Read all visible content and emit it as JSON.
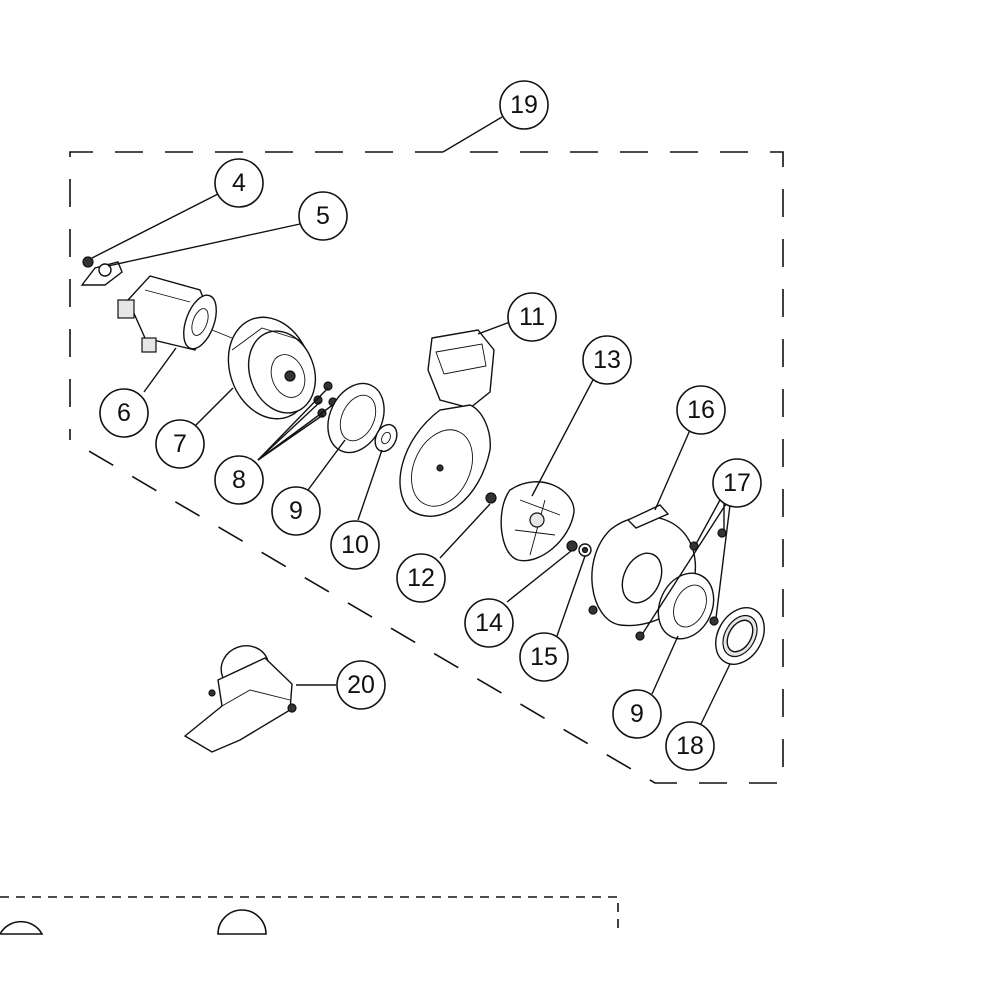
{
  "diagram": {
    "callouts": [
      {
        "id": "c4",
        "label": "4"
      },
      {
        "id": "c5",
        "label": "5"
      },
      {
        "id": "c6",
        "label": "6"
      },
      {
        "id": "c7",
        "label": "7"
      },
      {
        "id": "c8",
        "label": "8"
      },
      {
        "id": "c9a",
        "label": "9"
      },
      {
        "id": "c10",
        "label": "10"
      },
      {
        "id": "c11",
        "label": "11"
      },
      {
        "id": "c12",
        "label": "12"
      },
      {
        "id": "c13",
        "label": "13"
      },
      {
        "id": "c14",
        "label": "14"
      },
      {
        "id": "c15",
        "label": "15"
      },
      {
        "id": "c16",
        "label": "16"
      },
      {
        "id": "c17",
        "label": "17"
      },
      {
        "id": "c9b",
        "label": "9"
      },
      {
        "id": "c18",
        "label": "18"
      },
      {
        "id": "c19",
        "label": "19"
      },
      {
        "id": "c20",
        "label": "20"
      }
    ]
  }
}
